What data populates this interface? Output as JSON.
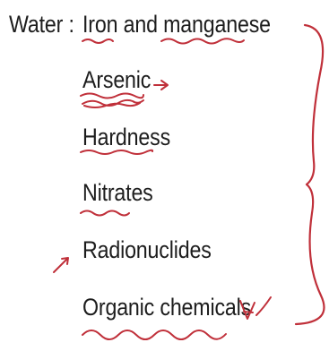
{
  "document": {
    "label": "Water :",
    "items": [
      "Iron and manganese",
      "Arsenic",
      "Hardness",
      "Nitrates",
      "Radionuclides",
      "Organic chemicals"
    ]
  },
  "annotations": {
    "ink_color": "#c0303a",
    "marks": [
      "squiggle-underline",
      "arrow-icon",
      "checkmark-icon",
      "curly-brace"
    ]
  }
}
